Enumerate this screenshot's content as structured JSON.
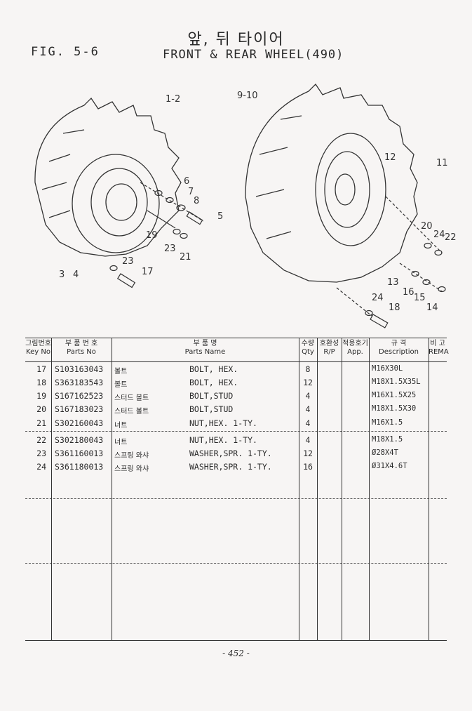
{
  "header": {
    "title_korean": "앞, 뒤 타이어",
    "figure_label": "FIG. 5-6",
    "title_english": "FRONT & REAR WHEEL(490)"
  },
  "diagram": {
    "callouts": [
      "1-2",
      "9-10",
      "12",
      "11",
      "6",
      "7",
      "8",
      "5",
      "19",
      "23",
      "21",
      "3",
      "4",
      "23",
      "17",
      "20",
      "24",
      "22",
      "13",
      "16",
      "15",
      "14",
      "24",
      "18"
    ]
  },
  "table": {
    "headers": {
      "key_ko": "그림번호",
      "key_en": "Key No",
      "part_ko": "부 품 번 호",
      "part_en": "Parts No",
      "name_ko": "부 품 명",
      "name_en": "Parts Name",
      "qty_ko": "수량",
      "qty_en": "Qty",
      "rp_ko": "호환성",
      "rp_en": "R/P",
      "app_ko": "적용호기",
      "app_en": "App.",
      "desc_ko": "규 격",
      "desc_en": "Description",
      "rem_ko": "비 고",
      "rem_en": "REMA"
    },
    "rows": [
      {
        "key": "17",
        "part": "S103163043",
        "kor": "볼트",
        "name": "BOLT, HEX.",
        "qty": "8",
        "desc": "M16X30L"
      },
      {
        "key": "18",
        "part": "S363183543",
        "kor": "볼트",
        "name": "BOLT, HEX.",
        "qty": "12",
        "desc": "M18X1.5X35L"
      },
      {
        "key": "19",
        "part": "S167162523",
        "kor": "스터드 볼트",
        "name": "BOLT,STUD",
        "qty": "4",
        "desc": "M16X1.5X25"
      },
      {
        "key": "20",
        "part": "S167183023",
        "kor": "스터드 볼트",
        "name": "BOLT,STUD",
        "qty": "4",
        "desc": "M18X1.5X30"
      },
      {
        "key": "21",
        "part": "S302160043",
        "kor": "너트",
        "name": "NUT,HEX. 1-TY.",
        "qty": "4",
        "desc": "M16X1.5"
      },
      {
        "key": "22",
        "part": "S302180043",
        "kor": "너트",
        "name": "NUT,HEX. 1-TY.",
        "qty": "4",
        "desc": "M18X1.5"
      },
      {
        "key": "23",
        "part": "S361160013",
        "kor": "스프링 와샤",
        "name": "WASHER,SPR. 1-TY.",
        "qty": "12",
        "desc": "Ø28X4T"
      },
      {
        "key": "24",
        "part": "S361180013",
        "kor": "스프링 와샤",
        "name": "WASHER,SPR. 1-TY.",
        "qty": "16",
        "desc": "Ø31X4.6T"
      }
    ]
  },
  "footer": {
    "page_number": "- 452 -"
  }
}
